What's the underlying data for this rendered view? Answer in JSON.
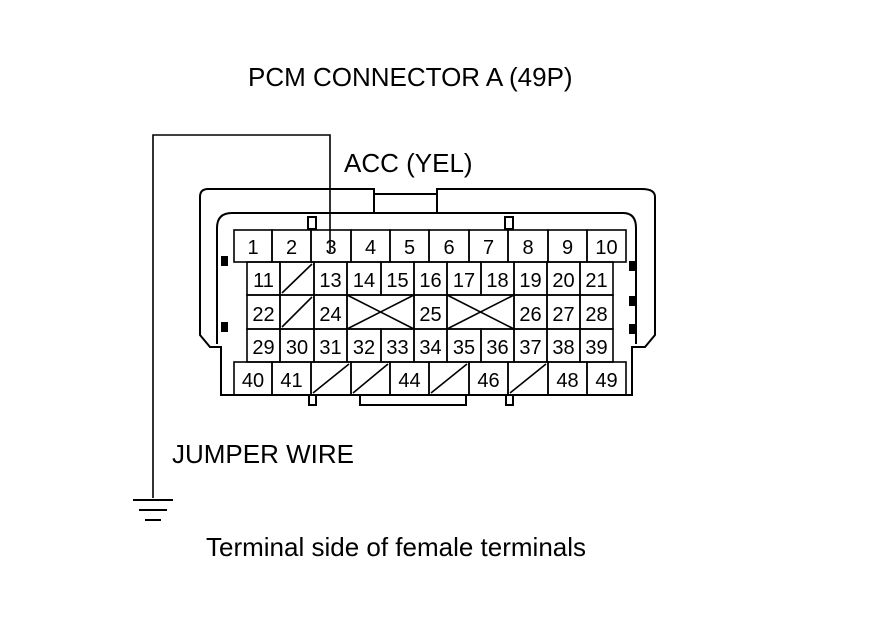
{
  "title": "PCM CONNECTOR A (49P)",
  "wire_label": "ACC (YEL)",
  "jumper_label": "JUMPER WIRE",
  "caption": "Terminal side of female terminals",
  "connector": {
    "rows": [
      [
        "1",
        "2",
        "3",
        "4",
        "5",
        "6",
        "7",
        "8",
        "9",
        "10"
      ],
      [
        "11",
        "",
        "13",
        "14",
        "15",
        "16",
        "17",
        "18",
        "19",
        "20",
        "21"
      ],
      [
        "22",
        "",
        "24",
        "",
        "25",
        "",
        "26",
        "27",
        "28"
      ],
      [
        "29",
        "30",
        "31",
        "32",
        "33",
        "34",
        "35",
        "36",
        "37",
        "38",
        "39"
      ],
      [
        "40",
        "41",
        "",
        "",
        "44",
        "",
        "46",
        "",
        "48",
        "49"
      ]
    ],
    "probed_terminal": "3"
  }
}
